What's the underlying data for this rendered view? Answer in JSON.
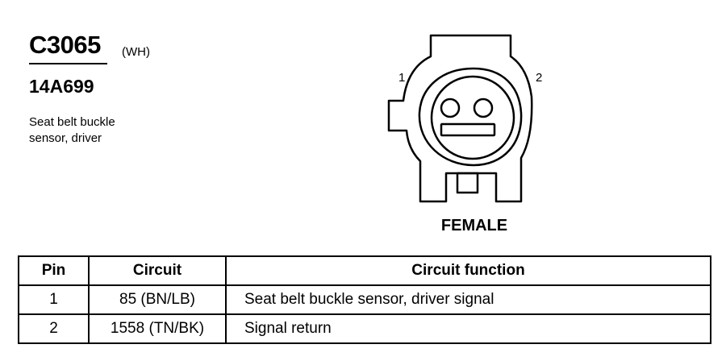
{
  "connector": {
    "id": "C3065",
    "color_code": "(WH)",
    "part_number": "14A699",
    "description_lines": [
      "Seat belt buckle",
      "sensor, driver"
    ]
  },
  "diagram": {
    "pin_labels": [
      "1",
      "2"
    ],
    "view_label": "FEMALE"
  },
  "table": {
    "headers": [
      "Pin",
      "Circuit",
      "Circuit function"
    ],
    "rows": [
      [
        "1",
        "85 (BN/LB)",
        "Seat belt buckle sensor, driver signal"
      ],
      [
        "2",
        "1558 (TN/BK)",
        "Signal return"
      ]
    ]
  }
}
